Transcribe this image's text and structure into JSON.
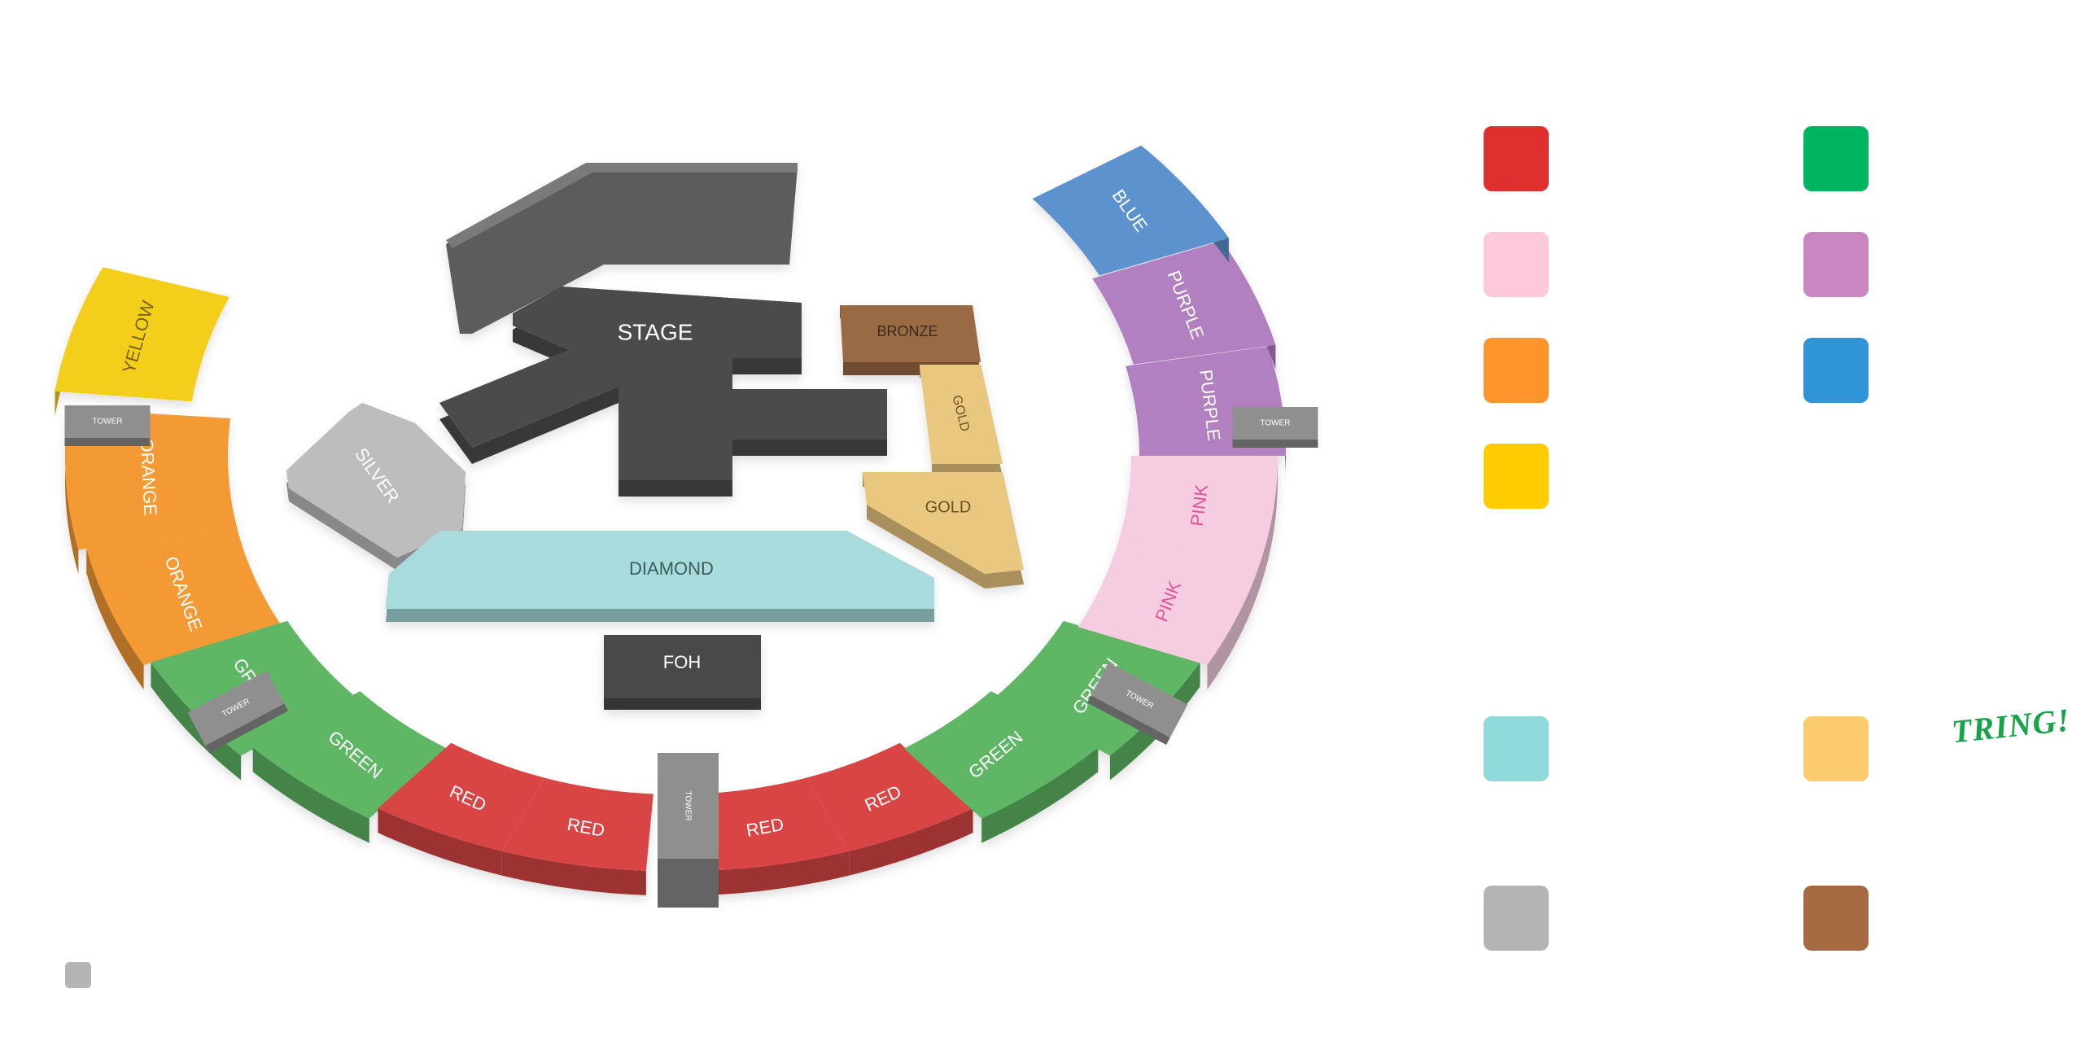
{
  "map": {
    "zones": [
      {
        "key": "stage",
        "label": "STAGE",
        "color": "#4c4c4c"
      },
      {
        "key": "foh",
        "label": "FOH",
        "color": "#484848"
      },
      {
        "key": "diamond",
        "label": "DIAMOND",
        "color": "#a8dbdb"
      },
      {
        "key": "silver",
        "label": "SILVER",
        "color": "#bdbdbd"
      },
      {
        "key": "bronze",
        "label": "BRONZE",
        "color": "#9a6b45"
      },
      {
        "key": "gold_upper",
        "label": "GOLD",
        "color": "#e9c77e"
      },
      {
        "key": "gold_lower",
        "label": "GOLD",
        "color": "#e9c77e"
      },
      {
        "key": "yellow",
        "label": "YELLOW",
        "color": "#f3cf1a"
      },
      {
        "key": "orange_1",
        "label": "ORANGE",
        "color": "#f39a36"
      },
      {
        "key": "orange_2",
        "label": "ORANGE",
        "color": "#f39a36"
      },
      {
        "key": "green_1",
        "label": "GREEN",
        "color": "#5fb765"
      },
      {
        "key": "green_2",
        "label": "GREEN",
        "color": "#5fb765"
      },
      {
        "key": "red_1",
        "label": "RED",
        "color": "#d94545"
      },
      {
        "key": "red_2",
        "label": "RED",
        "color": "#d94545"
      },
      {
        "key": "red_3",
        "label": "RED",
        "color": "#d94545"
      },
      {
        "key": "red_4",
        "label": "RED",
        "color": "#d94545"
      },
      {
        "key": "green_3",
        "label": "GREEN",
        "color": "#5fb765"
      },
      {
        "key": "green_4",
        "label": "GREEN",
        "color": "#5fb765"
      },
      {
        "key": "pink_1",
        "label": "PINK",
        "color": "#f6cde0"
      },
      {
        "key": "pink_2",
        "label": "PINK",
        "color": "#f6cde0"
      },
      {
        "key": "purple_1",
        "label": "PURPLE",
        "color": "#b27fc0"
      },
      {
        "key": "purple_2",
        "label": "PURPLE",
        "color": "#b27fc0"
      },
      {
        "key": "blue",
        "label": "BLUE",
        "color": "#5b93cf"
      }
    ],
    "towers": [
      {
        "key": "tower_yellow",
        "label": "TOWER"
      },
      {
        "key": "tower_purple",
        "label": "TOWER"
      },
      {
        "key": "tower_green_left",
        "label": "TOWER"
      },
      {
        "key": "tower_green_right",
        "label": "TOWER"
      },
      {
        "key": "tower_center",
        "label": "TOWER"
      }
    ],
    "tower_color": "#8f8f8f"
  },
  "legend": {
    "swatches": [
      {
        "key": "red",
        "color": "#e02f2f"
      },
      {
        "key": "green",
        "color": "#00b562"
      },
      {
        "key": "pink",
        "color": "#fdc9db"
      },
      {
        "key": "purple",
        "color": "#c986c1"
      },
      {
        "key": "orange",
        "color": "#fd952a"
      },
      {
        "key": "blue",
        "color": "#2f95d6"
      },
      {
        "key": "yellow",
        "color": "#ffcc00"
      },
      {
        "key": "diamond",
        "color": "#8fd9db"
      },
      {
        "key": "gold",
        "color": "#fbcb6d"
      },
      {
        "key": "silver",
        "color": "#b4b4b4"
      },
      {
        "key": "bronze",
        "color": "#a86a42"
      }
    ],
    "small_swatch_color": "#b4b4b4"
  },
  "brand": {
    "logo_text": "TRING!",
    "logo_color": "#17a34a"
  }
}
